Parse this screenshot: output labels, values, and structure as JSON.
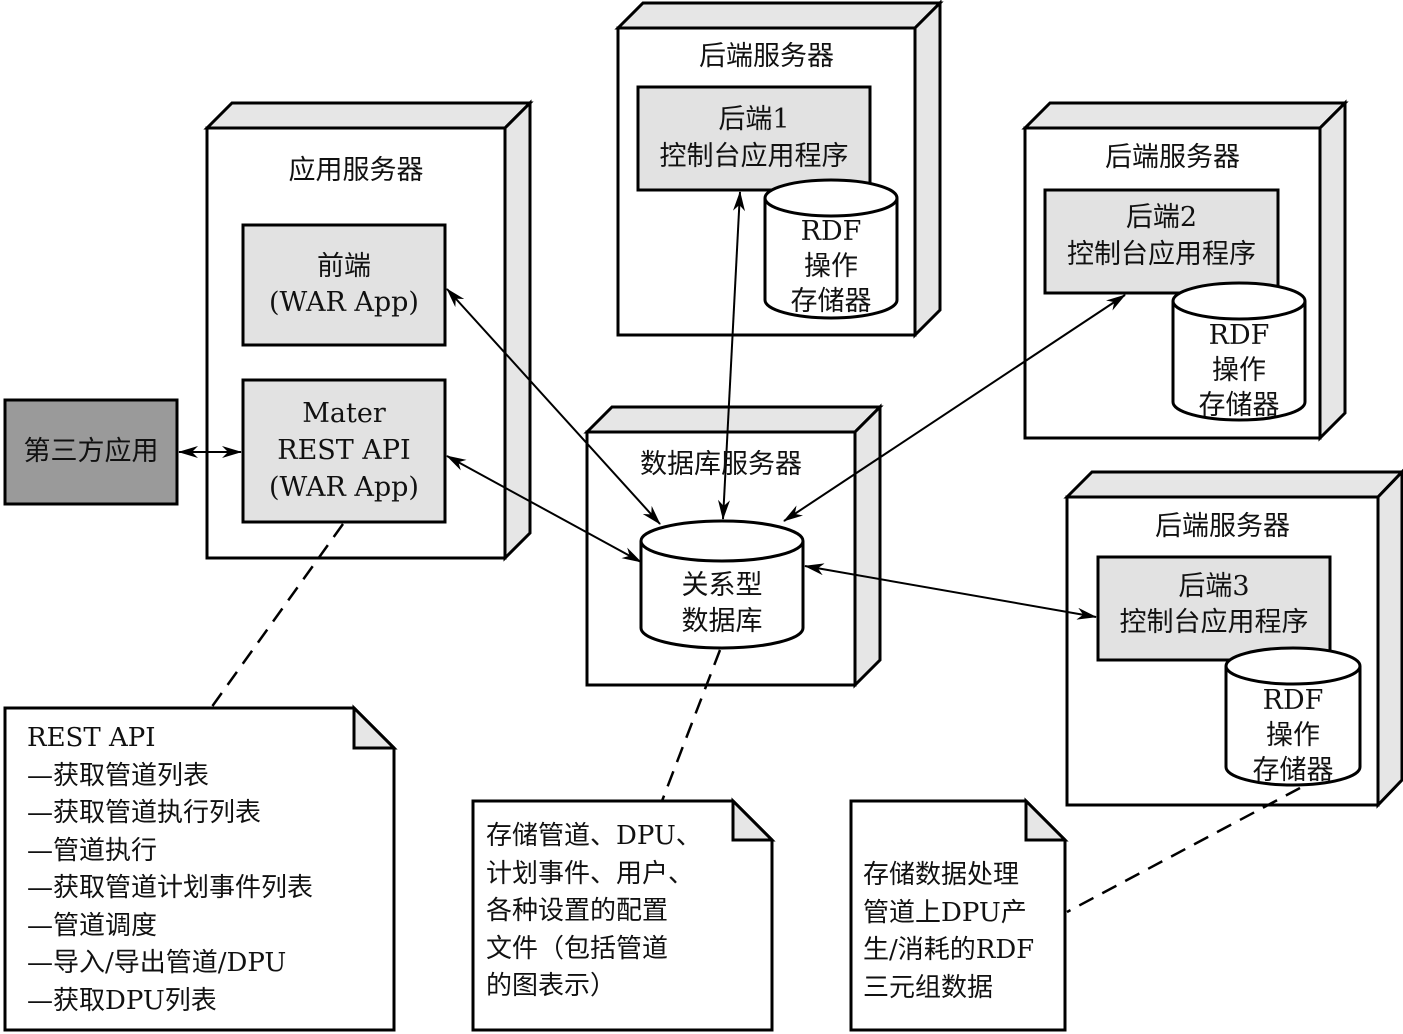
{
  "title": "UnifiedViews deployment diagram",
  "colors": {
    "stroke": "#000000",
    "component_fill": "#e2e2e2",
    "node_side_fill": "#e6e6e6",
    "node_front_fill": "#ffffff",
    "third_party_fill": "#9a9a9a",
    "note_fold_fill": "#e6e6e6"
  },
  "nodes": {
    "app_server": {
      "title": "应用服务器",
      "components": {
        "frontend": {
          "line1": "前端",
          "line2": "(WAR App)"
        },
        "rest_api": {
          "line1": "Mater",
          "line2": "REST API",
          "line3": "(WAR App)"
        }
      }
    },
    "backend1": {
      "title": "后端服务器",
      "app": {
        "line1": "后端1",
        "line2": "控制台应用程序"
      },
      "store": {
        "line1": "RDF",
        "line2": "操作",
        "line3": "存储器"
      }
    },
    "backend2": {
      "title": "后端服务器",
      "app": {
        "line1": "后端2",
        "line2": "控制台应用程序"
      },
      "store": {
        "line1": "RDF",
        "line2": "操作",
        "line3": "存储器"
      }
    },
    "backend3": {
      "title": "后端服务器",
      "app": {
        "line1": "后端3",
        "line2": "控制台应用程序"
      },
      "store": {
        "line1": "RDF",
        "line2": "操作",
        "line3": "存储器"
      }
    },
    "db_server": {
      "title": "数据库服务器",
      "db": {
        "line1": "关系型",
        "line2": "数据库"
      }
    }
  },
  "third_party": {
    "label": "第三方应用"
  },
  "notes": {
    "rest_api": {
      "lines": [
        "REST API",
        "—获取管道列表",
        "—获取管道执行列表",
        "—管道执行",
        "—获取管道计划事件列表",
        "—管道调度",
        "—导入/导出管道/DPU",
        "—获取DPU列表"
      ]
    },
    "database": {
      "lines": [
        "存储管道、DPU、",
        "计划事件、用户、",
        "各种设置的配置",
        "文件（包括管道",
        "的图表示）"
      ]
    },
    "rdf_store": {
      "lines": [
        "存储数据处理",
        "管道上DPU产",
        "生/消耗的RDF",
        "三元组数据"
      ]
    }
  }
}
